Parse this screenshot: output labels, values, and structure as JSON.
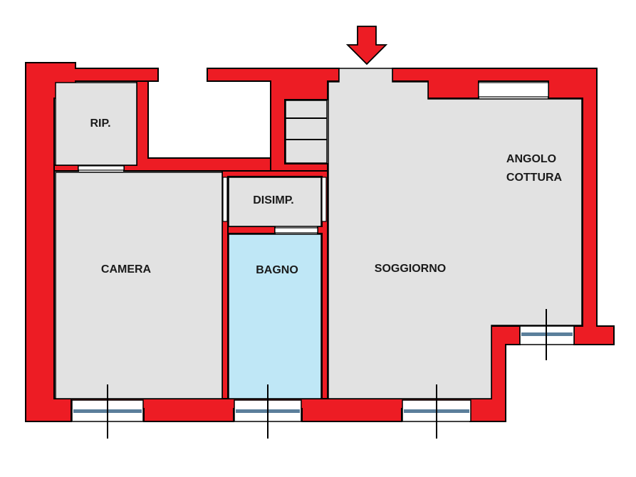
{
  "colors": {
    "wall": "#ed1c24",
    "outline": "#000000",
    "floor": "#e2e2e2",
    "bathroom_floor": "#bfe7f6",
    "window_glass": "#5b7f9b"
  },
  "rooms": {
    "rip": "RIP.",
    "disimpegno": "DISIMP.",
    "camera": "CAMERA",
    "bagno": "BAGNO",
    "soggiorno": "SOGGIORNO",
    "angolo_cottura_line1": "ANGOLO",
    "angolo_cottura_line2": "COTTURA"
  },
  "icons": {
    "entrance": "entrance-arrow-icon"
  }
}
